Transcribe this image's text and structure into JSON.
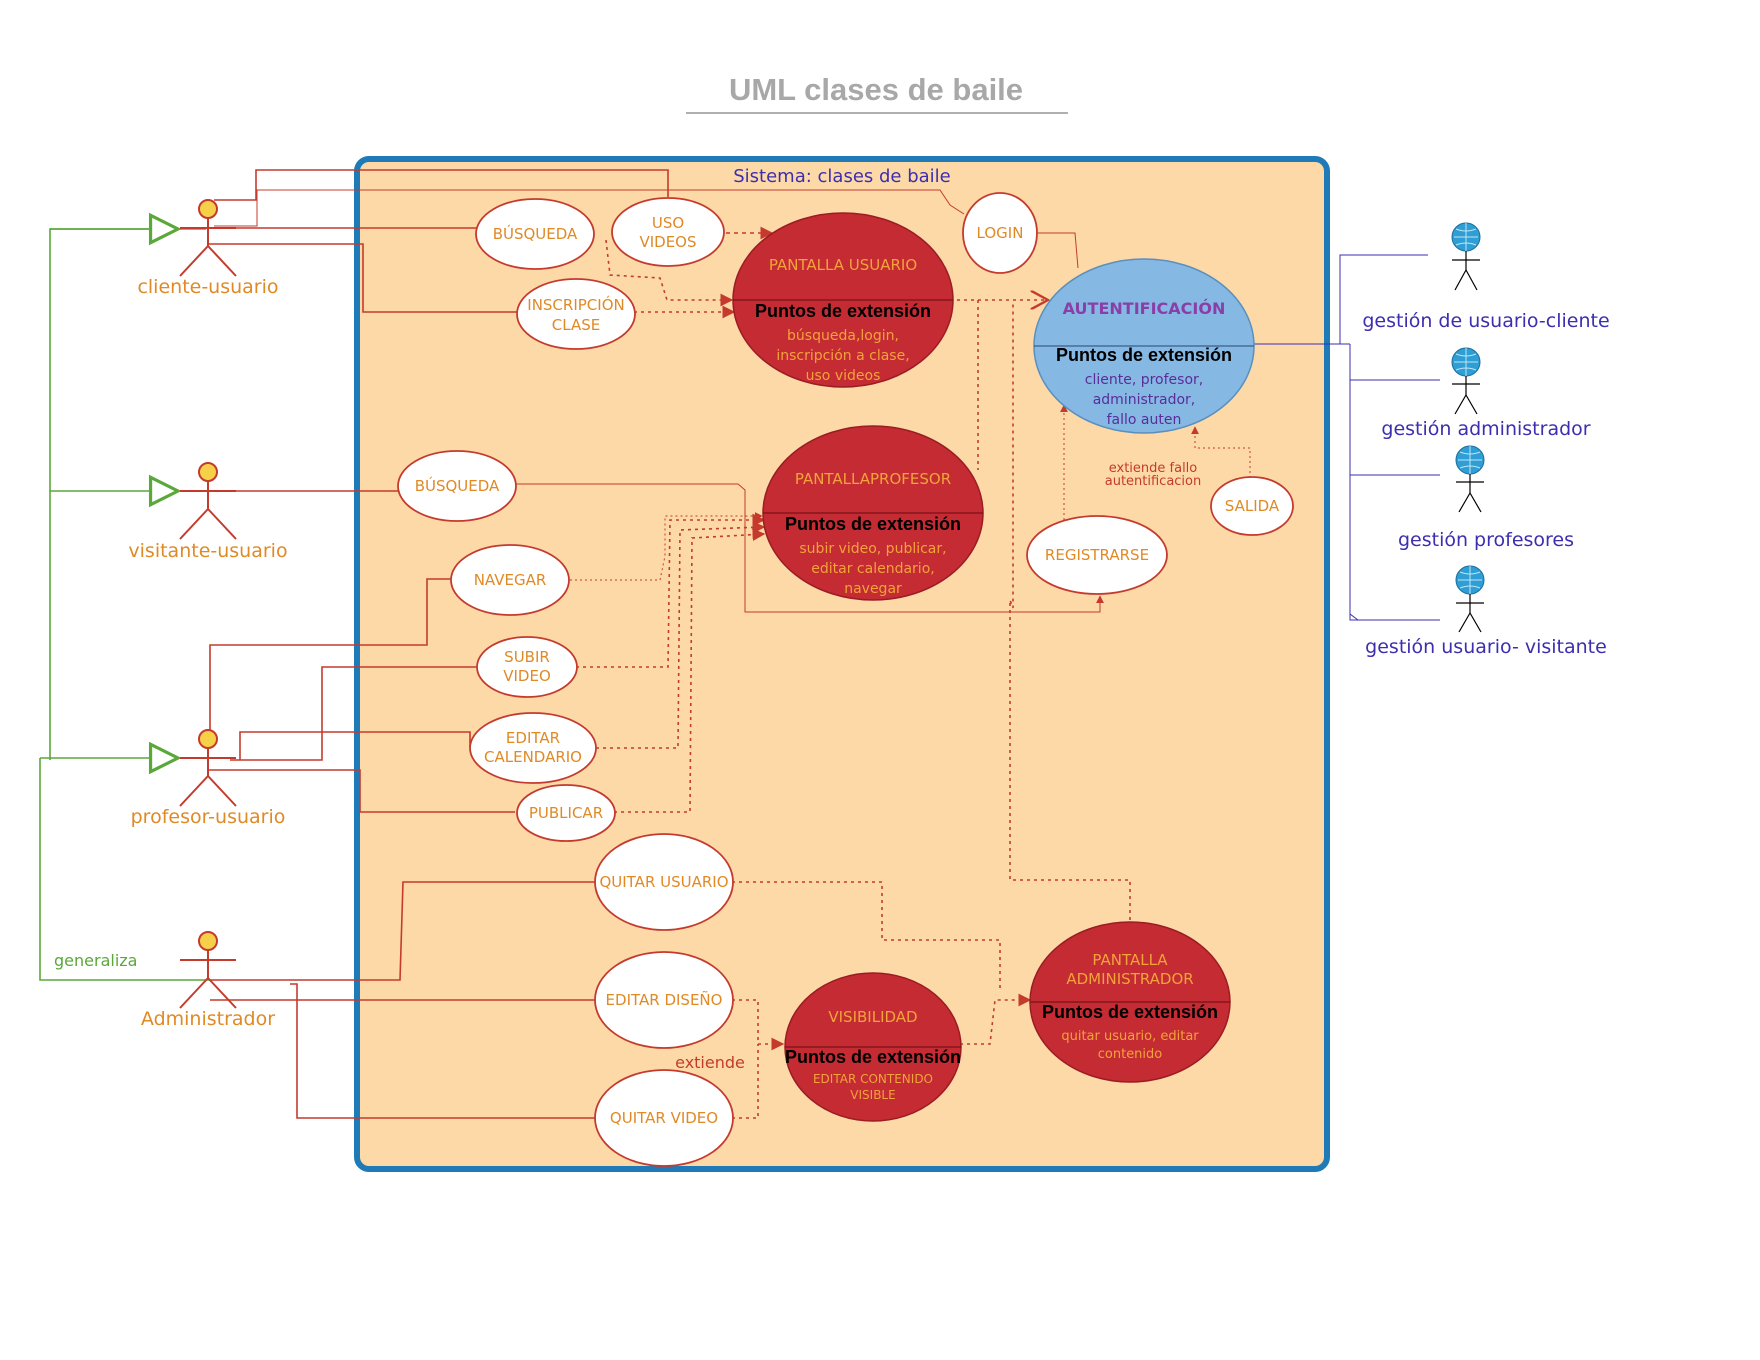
{
  "title": "UML clases de baile",
  "system_label": "Sistema: clases de baile",
  "actors": {
    "cliente": "cliente-usuario",
    "visitante": "visitante-usuario",
    "profesor": "profesor-usuario",
    "administrador": "Administrador"
  },
  "external_actors": {
    "a1": "gestión de usuario-cliente",
    "a2": "gestión administrador",
    "a3": "gestión profesores",
    "a4": "gestión usuario- visitante"
  },
  "use_cases": {
    "busqueda1": "BÚSQUEDA",
    "uso_videos": [
      "USO",
      "VIDEOS"
    ],
    "inscripcion": [
      "INSCRIPCIÓN",
      "CLASE"
    ],
    "login": "LOGIN",
    "busqueda2": "BÚSQUEDA",
    "navegar": "NAVEGAR",
    "subir_video": [
      "SUBIR",
      "VIDEO"
    ],
    "editar_calendario": [
      "EDITAR",
      "CALENDARIO"
    ],
    "publicar": "PUBLICAR",
    "registrarse": "REGISTRARSE",
    "salida": "SALIDA",
    "quitar_usuario": "QUITAR USUARIO",
    "editar_diseno": "EDITAR DISEÑO",
    "quitar_video": "QUITAR VIDEO"
  },
  "extension_cases": {
    "pantalla_usuario": {
      "title": "PANTALLA USUARIO",
      "head": "Puntos de extensión",
      "body": [
        "búsqueda,login,",
        "inscripción a clase,",
        "uso videos"
      ]
    },
    "pantalla_profesor": {
      "title": "PANTALLAPROFESOR",
      "head": "Puntos de extensión",
      "body": [
        "subir video, publicar,",
        "editar calendario,",
        "navegar"
      ]
    },
    "autentificacion": {
      "title": "AUTENTIFICACIÓN",
      "head": "Puntos de extensión",
      "body": [
        "cliente, profesor,",
        "administrador,",
        "fallo auten"
      ]
    },
    "visibilidad": {
      "title": "VISIBILIDAD",
      "head": "Puntos de extensión",
      "body": [
        "EDITAR CONTENIDO",
        "VISIBLE"
      ]
    },
    "pantalla_admin": {
      "title": [
        "PANTALLA",
        "ADMINISTRADOR"
      ],
      "head": "Puntos de extensión",
      "body": [
        "quitar usuario, editar",
        "contenido"
      ]
    }
  },
  "labels": {
    "extiende_fallo": [
      "extiende fallo",
      "autentificacion"
    ],
    "extiende": "extiende",
    "generaliza": "generaliza"
  },
  "colors": {
    "system_fill": "#fdd9a8",
    "system_border": "#1f7ab8",
    "extension_red": "#c42b33",
    "auth_blue": "#85b8e3",
    "line_red": "#c43b2e",
    "line_green": "#5aa83a",
    "line_blue": "#3b2fb0",
    "actor_orange": "#e08a26"
  }
}
